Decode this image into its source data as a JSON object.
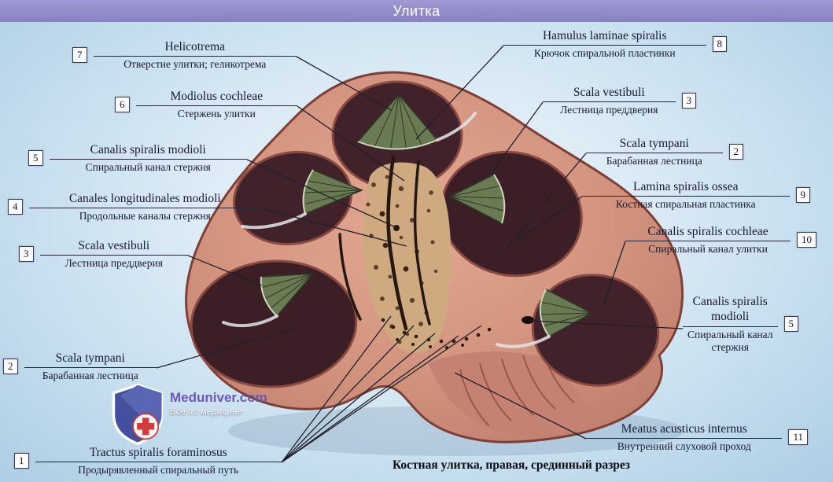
{
  "header": {
    "title": "Улитка"
  },
  "caption": "Костная улитка, правая, срединный разрез",
  "watermark": {
    "site": "Meduniver.com",
    "tagline": "Все по медицине",
    "shield_icon": "shield-with-red-cross"
  },
  "labels_left": [
    {
      "num": "7",
      "latin": "Helicotrema",
      "russian": "Отверстие улитки; геликотрема"
    },
    {
      "num": "6",
      "latin": "Modiolus cochleae",
      "russian": "Стержень улитки"
    },
    {
      "num": "5",
      "latin": "Canalis spiralis modioli",
      "russian": "Спиральный канал стержня"
    },
    {
      "num": "4",
      "latin": "Canales longitudinales modioli",
      "russian": "Продольные каналы стержня"
    },
    {
      "num": "3",
      "latin": "Scala vestibuli",
      "russian": "Лестница преддверия"
    },
    {
      "num": "2",
      "latin": "Scala tympani",
      "russian": "Барабанная лестница"
    },
    {
      "num": "1",
      "latin": "Tractus spiralis foraminosus",
      "russian": "Продырявленный спиральный путь"
    }
  ],
  "labels_right": [
    {
      "num": "8",
      "latin": "Hamulus laminae spiralis",
      "russian": "Крючок спиральной пластинки"
    },
    {
      "num": "3",
      "latin": "Scala vestibuli",
      "russian": "Лестница преддверия"
    },
    {
      "num": "2",
      "latin": "Scala tympani",
      "russian": "Барабанная лестница"
    },
    {
      "num": "9",
      "latin": "Lamina spiralis ossea",
      "russian": "Костная спиральная пластинка"
    },
    {
      "num": "10",
      "latin": "Canalis spiralis cochleae",
      "russian": "Спиральный канал улитки"
    },
    {
      "num": "5",
      "latin": "Canalis spiralis modioli",
      "russian": "Спиральный канал стержня"
    },
    {
      "num": "11",
      "latin": "Meatus acusticus internus",
      "russian": "Внутренний слуховой проход"
    }
  ],
  "colors": {
    "header_bar": "#8e88c6",
    "background_blue": "#aecde4",
    "bone_pink": "#cf8f7c",
    "cavity_dark": "#42222a",
    "lamina_green": "#6a7a52",
    "label_text": "#191930"
  }
}
